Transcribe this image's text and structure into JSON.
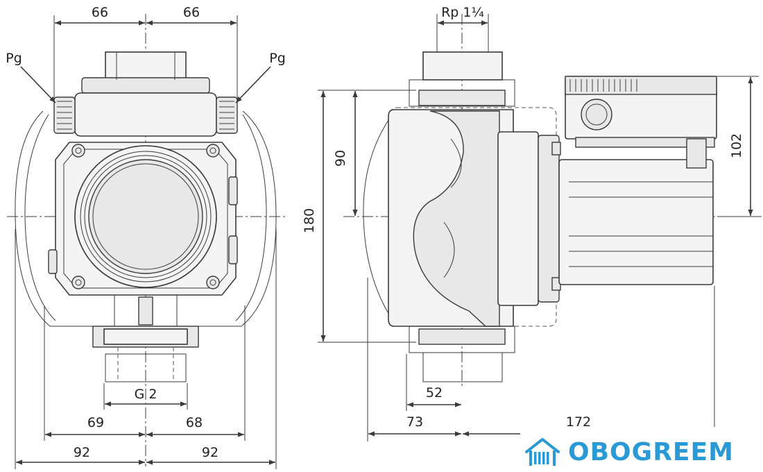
{
  "left_view": {
    "dim_top_left": "66",
    "dim_top_right": "66",
    "label_left": "Pg",
    "label_right": "Pg",
    "dim_thread": "G 2",
    "dim_mid_left": "69",
    "dim_mid_right": "68",
    "dim_bot_left": "92",
    "dim_bot_right": "92"
  },
  "side_view": {
    "dim_thread_top": "Rp 1¼",
    "dim_inner_height": "90",
    "dim_total_height": "180",
    "dim_motor_height": "102",
    "dim_port_offset": "52",
    "dim_front_length": "73",
    "dim_motor_length": "172"
  },
  "watermark": {
    "text": "OBOGREEM",
    "color": "#2a9ad6"
  }
}
